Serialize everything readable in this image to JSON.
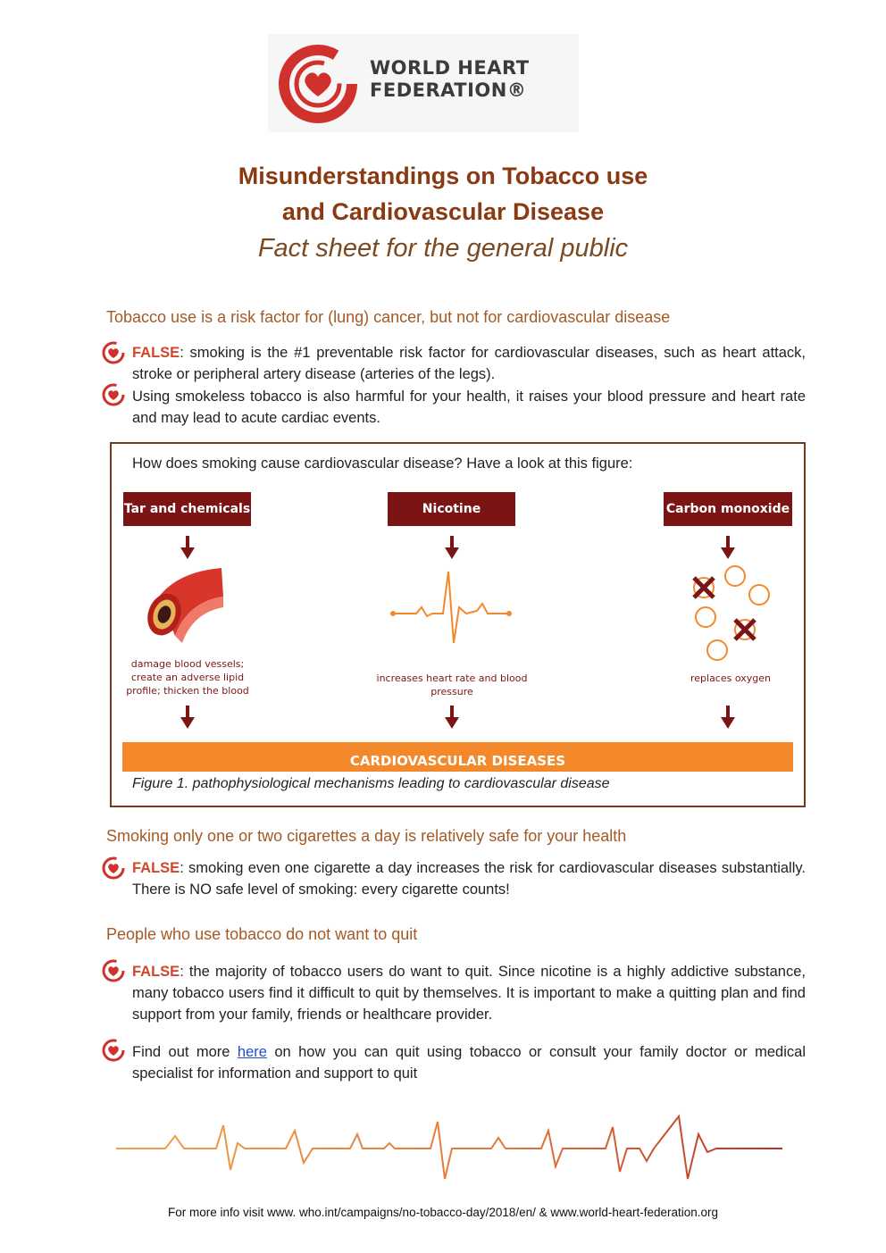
{
  "logo": {
    "line1": "WORLD HEART",
    "line2": "FEDERATION®"
  },
  "title": {
    "line1": "Misunderstandings on Tobacco use",
    "line2": "and Cardiovascular Disease",
    "subtitle": "Fact sheet for the general public"
  },
  "sections": [
    {
      "heading": "Tobacco use is a risk factor for (lung) cancer, but not for cardiovascular disease",
      "bullets": [
        {
          "label": "FALSE",
          "text": ": smoking is the #1 preventable risk factor for cardiovascular diseases, such as heart attack, stroke or peripheral artery disease (arteries of the legs)."
        },
        {
          "label": "",
          "text": "Using smokeless tobacco is also harmful for your health, it raises your blood pressure and heart rate and may lead to acute cardiac events."
        }
      ]
    },
    {
      "heading": "Smoking only one or two cigarettes a day is relatively safe for your health",
      "bullets": [
        {
          "label": "FALSE",
          "text": ": smoking even one cigarette a day increases the risk for cardiovascular diseases substantially. There is NO safe level of smoking: every cigarette counts!"
        }
      ]
    },
    {
      "heading": "People who use tobacco do not want to quit",
      "bullets": [
        {
          "label": "FALSE",
          "text": ": the majority of tobacco users do want to quit. Since nicotine is a highly addictive substance, many tobacco users find it difficult to quit by themselves. It is important to make a quitting plan and find support from your family, friends or healthcare provider."
        },
        {
          "pre": "Find out more ",
          "link": "here",
          "post": " on how you can quit using tobacco or consult your family doctor or medical specialist for information and support to quit"
        }
      ]
    }
  ],
  "figure": {
    "intro": "How does smoking cause cardiovascular disease? Have a look at this figure:",
    "columns": [
      {
        "header": "Tar and chemicals",
        "caption": "damage blood vessels; create an adverse lipid profile; thicken the blood"
      },
      {
        "header": "Nicotine",
        "caption": "increases heart rate and blood pressure"
      },
      {
        "header": "Carbon monoxide",
        "caption": "replaces oxygen"
      }
    ],
    "result": "CARDIOVASCULAR DISEASES",
    "caption": "Figure 1. pathophysiological mechanisms leading to cardiovascular disease"
  },
  "footer": "For more info visit www. who.int/campaigns/no-tobacco-day/2018/en/ & www.world-heart-federation.org",
  "colors": {
    "brand_red": "#d0312d",
    "heading_brown": "#a45a25",
    "title_brown": "#8a3a12",
    "dark_red": "#7b1515",
    "orange": "#f4892b"
  }
}
